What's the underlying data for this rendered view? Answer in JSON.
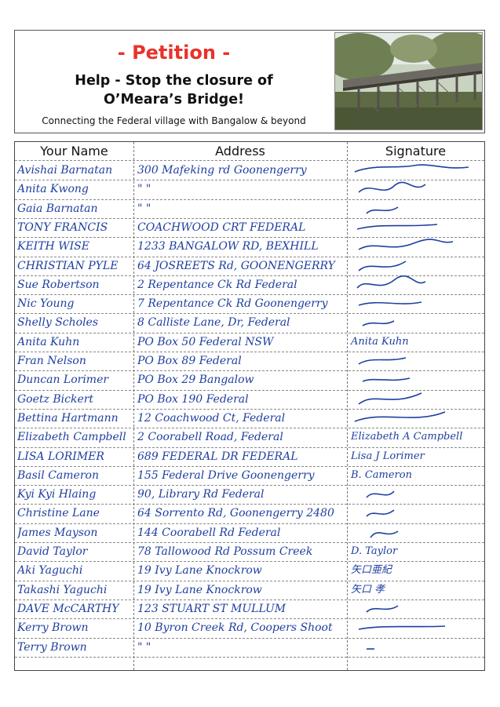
{
  "header": {
    "title": "- Petition -",
    "subtitle": "Help - Stop the closure of O’Meara’s Bridge!",
    "tagline": "Connecting the Federal village with Bangalow & beyond",
    "photo_icon": "bridge-photo"
  },
  "columns": {
    "name": "Your Name",
    "address": "Address",
    "signature": "Signature"
  },
  "colors": {
    "title": "#e8332a",
    "ink": "#1f3fa0"
  },
  "rows": [
    {
      "name": "Avishai Barnatan",
      "address": "300 Mafeking rd Goonengerry",
      "signature": ""
    },
    {
      "name": "Anita Kwong",
      "address": "\"          \"",
      "signature": ""
    },
    {
      "name": "Gaia Barnatan",
      "address": "\"          \"",
      "signature": ""
    },
    {
      "name": "TONY FRANCIS",
      "address": "COACHWOOD CRT FEDERAL",
      "signature": ""
    },
    {
      "name": "KEITH WISE",
      "address": "1233 BANGALOW RD, BEXHILL",
      "signature": ""
    },
    {
      "name": "CHRISTIAN PYLE",
      "address": "64 JOSREETS Rd, GOONENGERRY",
      "signature": ""
    },
    {
      "name": "Sue Robertson",
      "address": "2 Repentance Ck Rd Federal",
      "signature": ""
    },
    {
      "name": "Nic Young",
      "address": "7 Repentance Ck Rd Goonengerry",
      "signature": ""
    },
    {
      "name": "Shelly Scholes",
      "address": "8 Calliste Lane, Dr, Federal",
      "signature": ""
    },
    {
      "name": "Anita Kuhn",
      "address": "PO Box 50 Federal NSW",
      "signature": "Anita Kuhn"
    },
    {
      "name": "Fran Nelson",
      "address": "PO Box 89 Federal",
      "signature": ""
    },
    {
      "name": "Duncan Lorimer",
      "address": "PO Box 29 Bangalow",
      "signature": ""
    },
    {
      "name": "Goetz Bickert",
      "address": "PO Box 190 Federal",
      "signature": ""
    },
    {
      "name": "Bettina Hartmann",
      "address": "12 Coachwood Ct, Federal",
      "signature": ""
    },
    {
      "name": "Elizabeth Campbell",
      "address": "2 Coorabell Road, Federal",
      "signature": "Elizabeth A Campbell"
    },
    {
      "name": "LISA LORIMER",
      "address": "689 FEDERAL DR FEDERAL",
      "signature": "Lisa J Lorimer"
    },
    {
      "name": "Basil Cameron",
      "address": "155 Federal Drive Goonengerry",
      "signature": "B. Cameron"
    },
    {
      "name": "Kyi Kyi Hlaing",
      "address": "90, Library Rd Federal",
      "signature": ""
    },
    {
      "name": "Christine Lane",
      "address": "64 Sorrento Rd, Goonengerry 2480",
      "signature": ""
    },
    {
      "name": "James Mayson",
      "address": "144 Coorabell Rd Federal",
      "signature": ""
    },
    {
      "name": "David Taylor",
      "address": "78 Tallowood Rd Possum Creek",
      "signature": "D. Taylor"
    },
    {
      "name": "Aki Yaguchi",
      "address": "19 Ivy Lane Knockrow",
      "signature": "矢口亜紀"
    },
    {
      "name": "Takashi Yaguchi",
      "address": "19 Ivy Lane Knockrow",
      "signature": "矢口 孝"
    },
    {
      "name": "DAVE McCARTHY",
      "address": "123 STUART ST MULLUM",
      "signature": ""
    },
    {
      "name": "Kerry Brown",
      "address": "10 Byron Creek Rd, Coopers Shoot",
      "signature": ""
    },
    {
      "name": "Terry Brown",
      "address": "\"          \"",
      "signature": ""
    }
  ]
}
